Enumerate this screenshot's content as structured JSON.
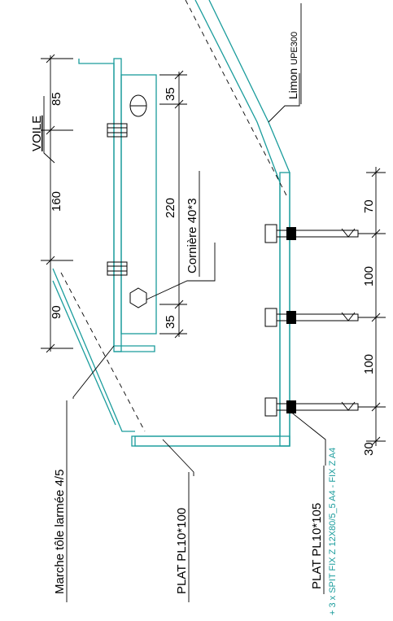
{
  "colors": {
    "steel": "#1a9c9c",
    "ink": "#000000",
    "anchor_note": "#1a9c9c"
  },
  "labels": {
    "limon_main": "Limon",
    "limon_sub": "UPE300",
    "voile": "VOILE",
    "corniere": "Cornière 40*3",
    "marche": "Marche tôle larmée 4/5",
    "plat_100": "PLAT PL10*100",
    "plat_105": "PLAT PL10*105",
    "anchors": "+ 3 x SPIT FIX Z 12X80/5_5 A4 - FIX Z A4"
  },
  "dimensions": {
    "voile_chain": [
      "85",
      "160",
      "90"
    ],
    "corniere_chain": [
      "35",
      "220",
      "35"
    ],
    "anchor_chain": [
      "70",
      "100",
      "100",
      "30"
    ]
  }
}
